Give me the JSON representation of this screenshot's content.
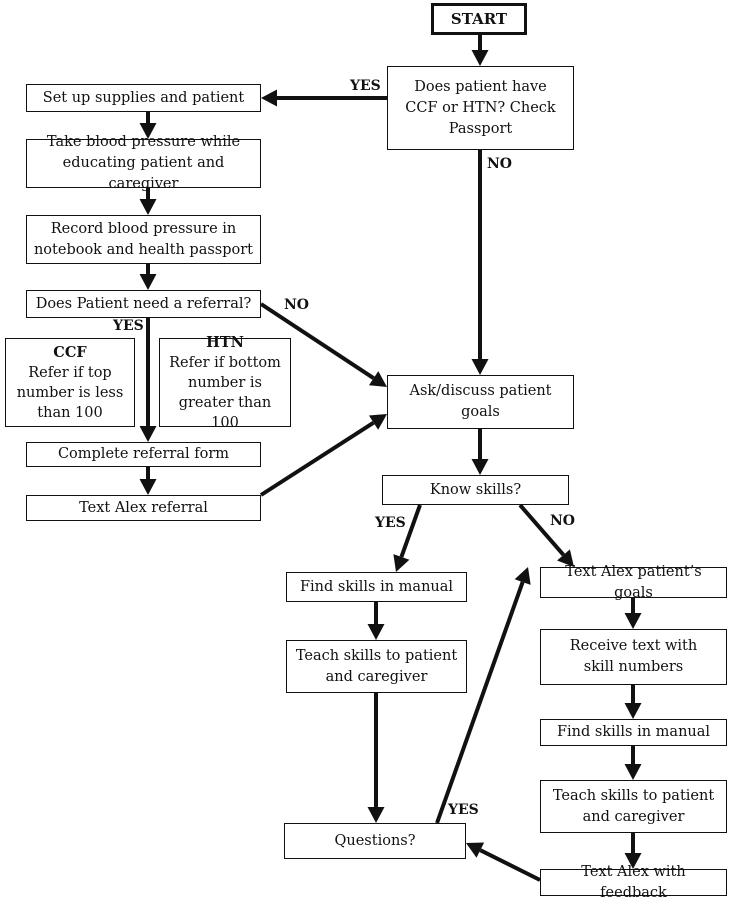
{
  "boxes": {
    "start": "START",
    "q_ccf_htn": "Does patient have CCF or HTN? Check Passport",
    "setup": "Set up supplies and patient",
    "take_bp": "Take blood pressure while educating patient and caregiver",
    "record_bp": "Record blood pressure in notebook and health passport",
    "q_referral": "Does Patient need a referral?",
    "ccf_title": "CCF",
    "ccf_text": "Refer if top number is less than 100",
    "htn_title": "HTN",
    "htn_text": "Refer if bottom number is greater than 100",
    "complete_form": "Complete referral form",
    "text_referral": "Text Alex referral",
    "ask_goals": "Ask/discuss patient goals",
    "q_know_skills": "Know skills?",
    "find_skills_left": "Find skills in manual",
    "teach_left": "Teach skills to patient and caregiver",
    "questions": "Questions?",
    "text_goals": "Text Alex patient’s goals",
    "receive_text": "Receive text with skill numbers",
    "find_skills_right": "Find skills in manual",
    "teach_right": "Teach skills to patient and caregiver",
    "text_feedback": "Text Alex with feedback"
  },
  "labels": {
    "yes_top": "YES",
    "no_top": "NO",
    "no_referral": "NO",
    "yes_referral": "YES",
    "yes_know": "YES",
    "no_know": "NO",
    "yes_questions": "YES"
  }
}
